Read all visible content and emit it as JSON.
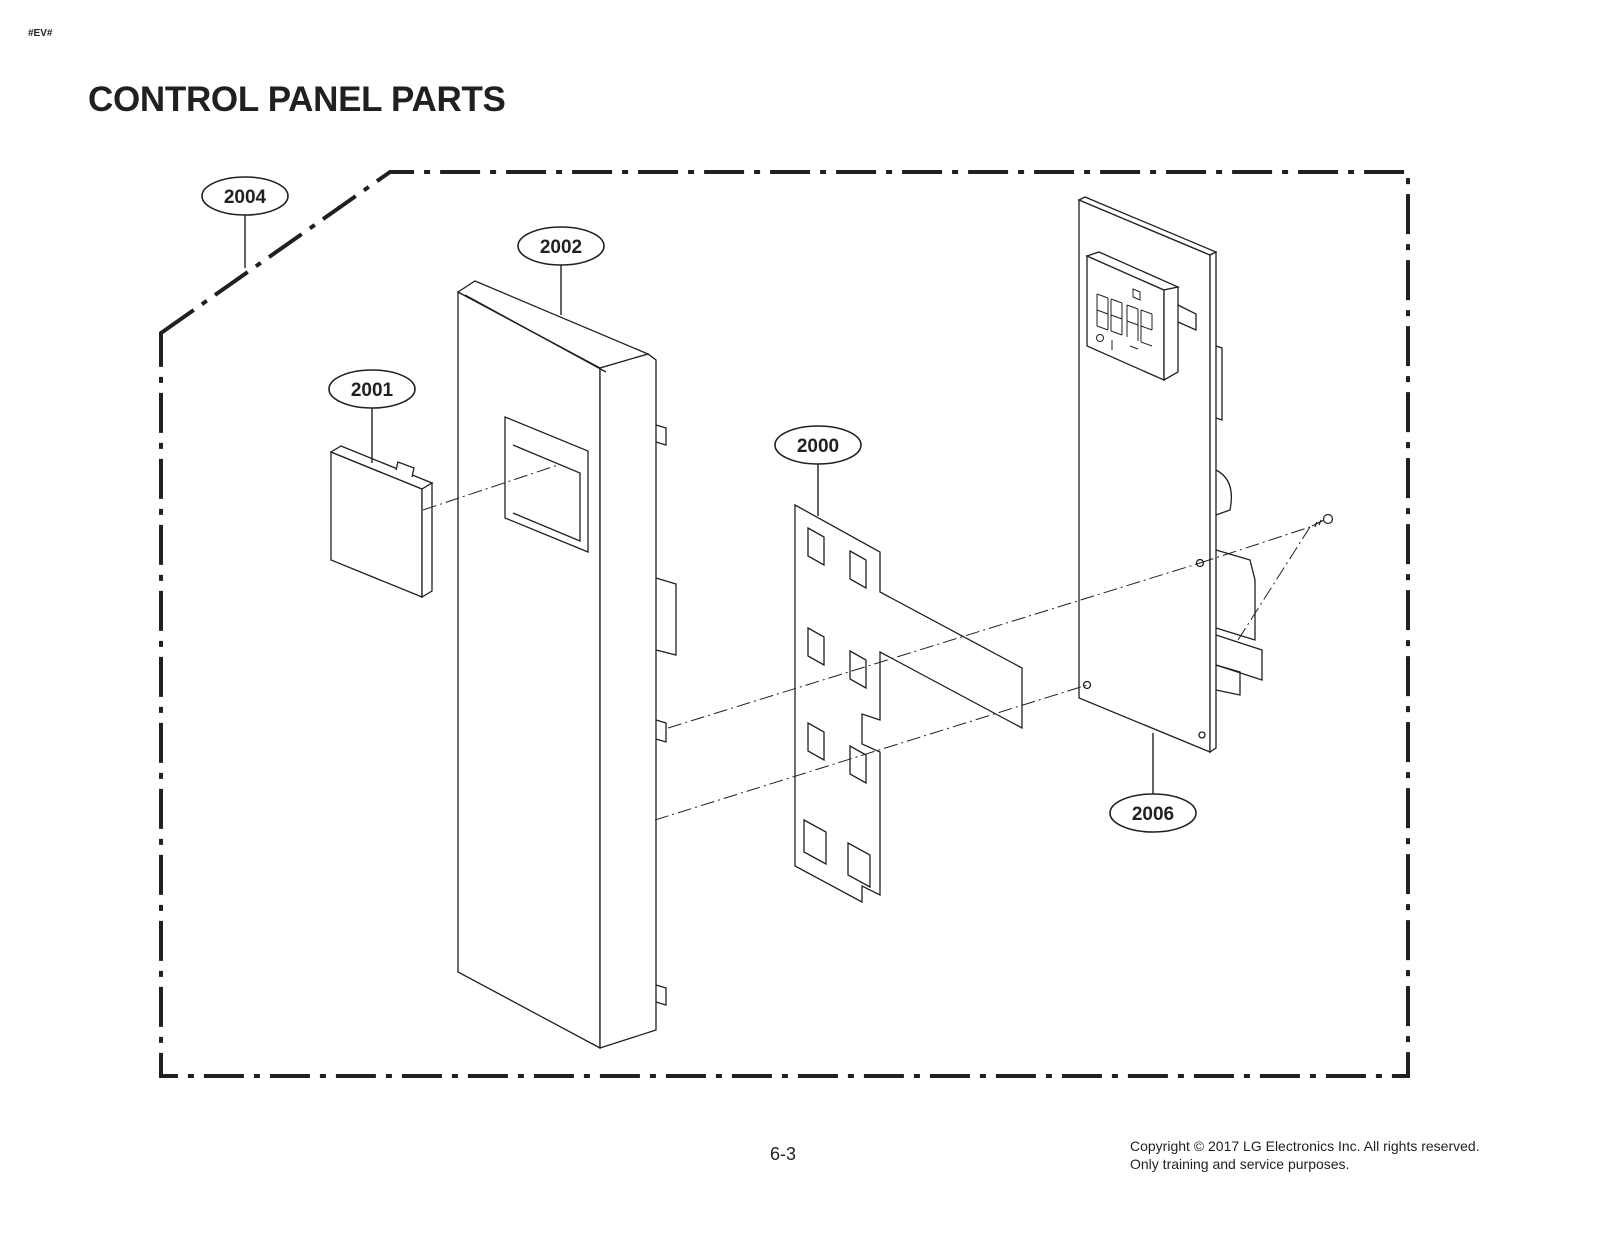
{
  "header": {
    "doc_tag": "#EV#",
    "title": "CONTROL PANEL PARTS"
  },
  "callouts": {
    "c2004": "2004",
    "c2002": "2002",
    "c2001": "2001",
    "c2000": "2000",
    "c2006": "2006"
  },
  "footer": {
    "page_number": "6-3",
    "copyright_line1": "Copyright © 2017 LG Electronics Inc. All rights reserved.",
    "copyright_line2": "Only training and service purposes."
  }
}
